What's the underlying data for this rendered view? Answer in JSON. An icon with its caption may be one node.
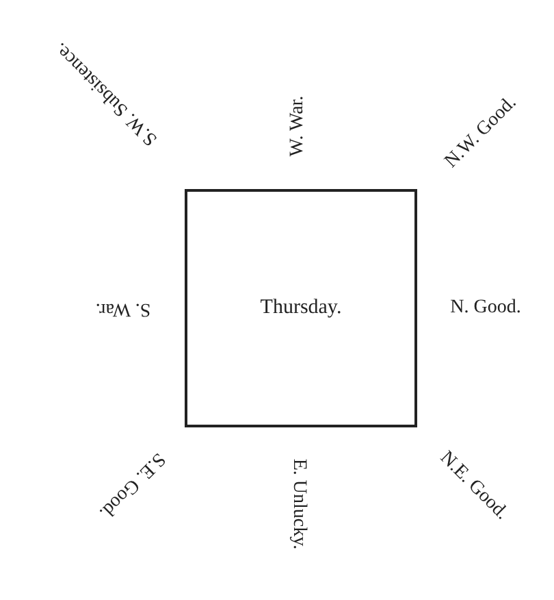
{
  "diagram": {
    "nodes": [
      {
        "text": [
          "Thursday."
        ]
      }
    ],
    "labels": [
      "S.W. Subsistence.",
      "W. War.",
      "N.W. Good.",
      "S. War.",
      "N. Good.",
      "S.E. Good.",
      "E. Unlucky.",
      "N.E. Good."
    ]
  }
}
